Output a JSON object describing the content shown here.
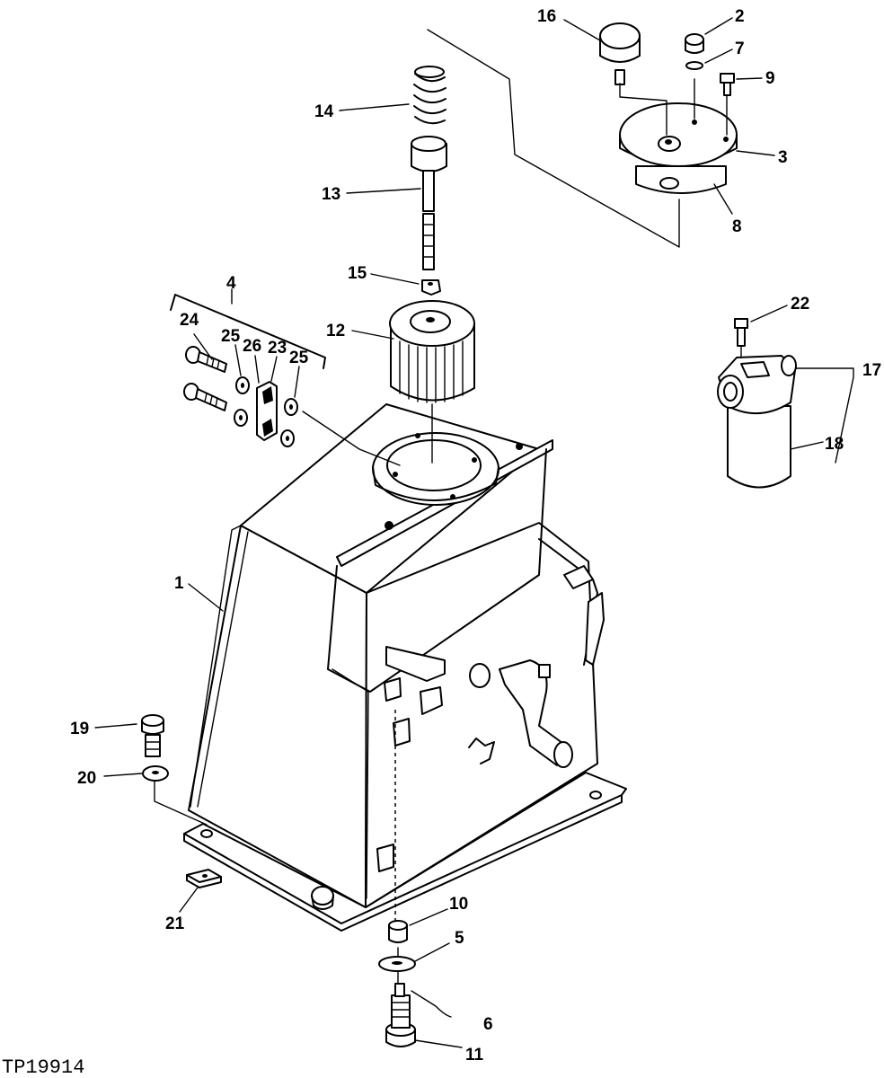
{
  "figure_ref": "TP19914",
  "callouts": {
    "c1": "1",
    "c2": "2",
    "c3": "3",
    "c4": "4",
    "c5": "5",
    "c6": "6",
    "c7": "7",
    "c8": "8",
    "c9": "9",
    "c10": "10",
    "c11": "11",
    "c12": "12",
    "c13": "13",
    "c14": "14",
    "c15": "15",
    "c16": "16",
    "c17": "17",
    "c18": "18",
    "c19": "19",
    "c20": "20",
    "c21": "21",
    "c22": "22",
    "c23": "23",
    "c24": "24",
    "c25a": "25",
    "c25b": "25",
    "c26": "26"
  }
}
